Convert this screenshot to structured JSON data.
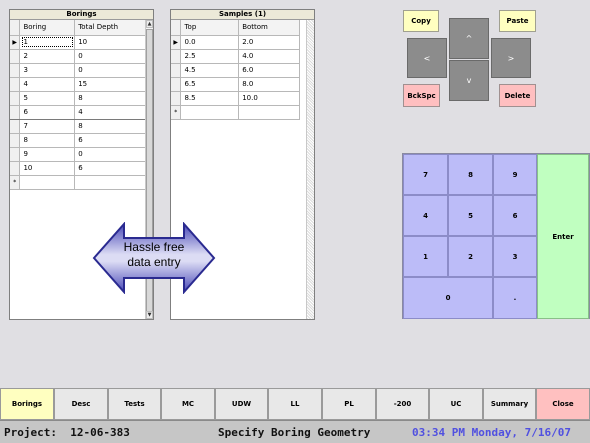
{
  "borings_panel": {
    "title": "Borings",
    "columns": [
      "Boring",
      "Total Depth"
    ],
    "rows": [
      {
        "boring": "1",
        "depth": "10"
      },
      {
        "boring": "2",
        "depth": "0"
      },
      {
        "boring": "3",
        "depth": "0"
      },
      {
        "boring": "4",
        "depth": "15"
      },
      {
        "boring": "5",
        "depth": "8"
      },
      {
        "boring": "6",
        "depth": "4"
      },
      {
        "boring": "7",
        "depth": "8"
      },
      {
        "boring": "8",
        "depth": "6"
      },
      {
        "boring": "9",
        "depth": "0"
      },
      {
        "boring": "10",
        "depth": "6"
      }
    ]
  },
  "samples_panel": {
    "title": "Samples (1)",
    "columns": [
      "Top",
      "Bottom"
    ],
    "rows": [
      {
        "top": "0.0",
        "bottom": "2.0"
      },
      {
        "top": "2.5",
        "bottom": "4.0"
      },
      {
        "top": "4.5",
        "bottom": "6.0"
      },
      {
        "top": "6.5",
        "bottom": "8.0"
      },
      {
        "top": "8.5",
        "bottom": "10.0"
      }
    ]
  },
  "row_markers": {
    "current": "▶",
    "new": "*"
  },
  "callout": {
    "line1": "Hassle free",
    "line2": "data entry"
  },
  "edit_buttons": {
    "copy": "Copy",
    "paste": "Paste",
    "backspace": "BckSpc",
    "delete": "Delete",
    "up": "^",
    "down": "v",
    "left": "<",
    "right": ">"
  },
  "keypad": {
    "k7": "7",
    "k8": "8",
    "k9": "9",
    "k4": "4",
    "k5": "5",
    "k6": "6",
    "k1": "1",
    "k2": "2",
    "k3": "3",
    "k0": "0",
    "dot": ".",
    "enter": "Enter"
  },
  "tabs": [
    {
      "label": "Borings"
    },
    {
      "label": "Desc"
    },
    {
      "label": "Tests"
    },
    {
      "label": "MC"
    },
    {
      "label": "UDW"
    },
    {
      "label": "LL"
    },
    {
      "label": "PL"
    },
    {
      "label": "-200"
    },
    {
      "label": "UC"
    },
    {
      "label": "Summary"
    },
    {
      "label": "Close"
    }
  ],
  "status": {
    "project": "Project:  12-06-383",
    "mode": "Specify Boring Geometry",
    "datetime": "03:34 PM Monday, 7/16/07"
  },
  "colors": {
    "yellow_button": "#ffffc0",
    "pink_button": "#ffbfc0",
    "nav_button": "#8c8c8c",
    "keypad_key": "#bcbcf8",
    "enter_key": "#c0ffc0",
    "status_time": "#5050e0"
  }
}
